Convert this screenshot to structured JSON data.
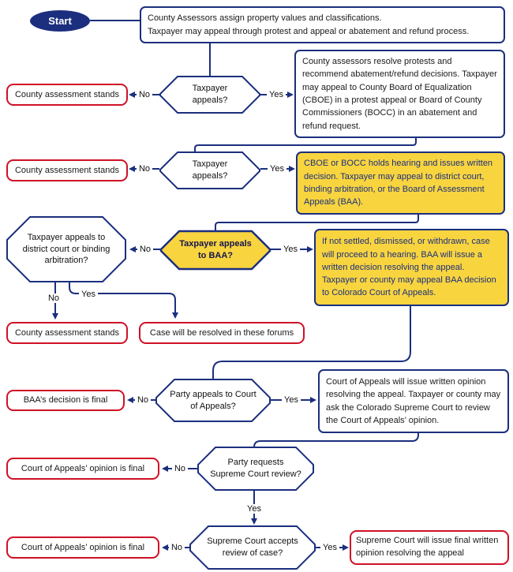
{
  "colors": {
    "navy": "#1b2f7e",
    "red": "#cf1126",
    "yellow": "#f8d43f",
    "text": "#1a1a1a",
    "background": "#ffffff"
  },
  "start": {
    "label": "Start"
  },
  "boxes": {
    "assign": {
      "line1": "County Assessors assign property values and classifications.",
      "line2": "Taxpayer may appeal through protest and appeal or abatement and refund process."
    },
    "resolve_protests": "County assessors resolve protests and recommend abatement/refund decisions. Taxpayer may appeal to County Board of Equalization (CBOE) in a protest appeal or Board of County Commissioners (BOCC) in an abatement and refund request.",
    "cboe_hearing": "CBOE or BOCC holds hearing and issues written decision. Taxpayer may appeal to district court, binding arbitration, or the Board of Assessment Appeals (BAA).",
    "baa_hearing": "If not settled, dismissed, or withdrawn, case will proceed to a hearing. BAA will issue a written decision resolving the appeal. Taxpayer or county may appeal BAA decision to Colorado Court of Appeals.",
    "coa_opinion": "Court of Appeals will issue written opinion resolving the appeal. Taxpayer or county may ask the Colorado Supreme Court to review the Court of Appeals’ opinion."
  },
  "decisions": {
    "taxpayer_appeals_1": "Taxpayer appeals?",
    "taxpayer_appeals_2": "Taxpayer appeals?",
    "district_or_arbitration": "Taxpayer appeals to district court or binding arbitration?",
    "appeals_to_baa": "Taxpayer appeals to BAA?",
    "party_appeals_coa": "Party appeals to Court of Appeals?",
    "party_requests_supreme": "Party requests Supreme Court review?",
    "supreme_accepts": "Supreme Court accepts review of case?"
  },
  "terminals": {
    "county_stands_1": "County assessment stands",
    "county_stands_2": "County assessment stands",
    "county_stands_3": "County assessment stands",
    "case_resolved": "Case will be resolved in these forums",
    "baa_final": "BAA’s decision is final",
    "coa_final_1": "Court of Appeals’ opinion is final",
    "coa_final_2": "Court of Appeals’ opinion is final",
    "supreme_final": "Supreme Court will issue final written opinion resolving the appeal"
  },
  "edge_labels": {
    "yes": "Yes",
    "no": "No"
  }
}
